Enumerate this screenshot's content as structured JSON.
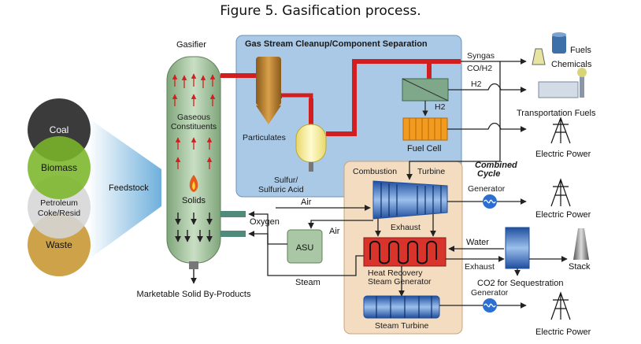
{
  "figure": {
    "label": "Figure 5.",
    "caption": "Gasification process."
  },
  "feedstock": {
    "label": "Feedstock",
    "items": [
      "Coal",
      "Biomass",
      "Petroleum",
      "Coke/Resid",
      "Waste"
    ]
  },
  "gasifier": {
    "title": "Gasifier",
    "gaseous_line1": "Gaseous",
    "gaseous_line2": "Constituents",
    "solids": "Solids",
    "byproducts": "Marketable Solid By-Products"
  },
  "cleanup": {
    "title": "Gas Stream Cleanup/Component Separation",
    "particulates": "Particulates",
    "sulfur_line1": "Sulfur/",
    "sulfur_line2": "Sulfuric Acid",
    "h2": "H2"
  },
  "outputs": {
    "syngas": "Syngas",
    "co_h2": "CO/H2",
    "h2": "H2",
    "fuels": "Fuels",
    "chemicals": "Chemicals",
    "transportation_fuels": "Transportation Fuels",
    "electric_power_1": "Electric Power",
    "electric_power_2": "Electric Power",
    "electric_power_3": "Electric Power"
  },
  "fuel_cell": "Fuel Cell",
  "combined_cycle": {
    "title_line1": "Combined",
    "title_line2": "Cycle",
    "combustion": "Combustion",
    "turbine": "Turbine",
    "generator_1": "Generator",
    "generator_2": "Generator",
    "exhaust_1": "Exhaust",
    "exhaust_2": "Exhaust",
    "water": "Water",
    "hrsg_line1": "Heat Recovery",
    "hrsg_line2": "Steam Generator",
    "steam_turbine": "Steam Turbine",
    "stack": "Stack",
    "co2": "CO2 for Sequestration"
  },
  "asu": {
    "label": "ASU",
    "air_1": "Air",
    "air_2": "Air",
    "oxygen": "Oxygen",
    "steam": "Steam"
  },
  "colors": {
    "cleanup_panel": "#a9c9e6",
    "combined_panel": "#f4dcc0",
    "syngas_pipe": "#d11f1f",
    "gasifier_body": "#a9c7a4",
    "turbine_blue": "#2f63b9"
  }
}
